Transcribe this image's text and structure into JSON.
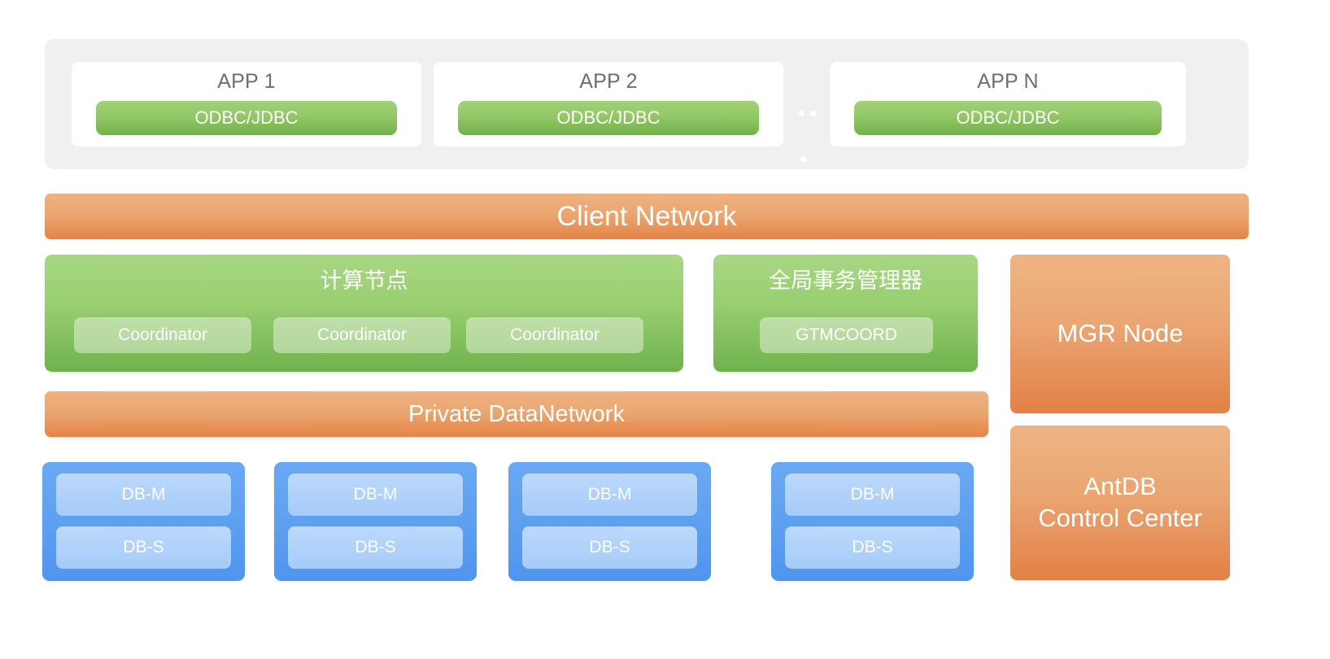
{
  "app_band": {
    "apps": [
      {
        "title": "APP 1",
        "connector": "ODBC/JDBC"
      },
      {
        "title": "APP 2",
        "connector": "ODBC/JDBC"
      },
      {
        "title": "APP N",
        "connector": "ODBC/JDBC"
      }
    ]
  },
  "networks": {
    "client": "Client Network",
    "private": "Private DataNetwork"
  },
  "compute": {
    "title": "计算节点",
    "nodes": [
      "Coordinator",
      "Coordinator",
      "Coordinator"
    ]
  },
  "gtm": {
    "title": "全局事务管理器",
    "nodes": [
      "GTMCOORD"
    ]
  },
  "right_column": {
    "mgr": "MGR Node",
    "control_center_line1": "AntDB",
    "control_center_line2": "Control Center"
  },
  "db_groups": [
    {
      "master": "DB-M",
      "slave": "DB-S"
    },
    {
      "master": "DB-M",
      "slave": "DB-S"
    },
    {
      "master": "DB-M",
      "slave": "DB-S"
    },
    {
      "master": "DB-M",
      "slave": "DB-S"
    }
  ],
  "colors": {
    "band_background": "#f0f0f1",
    "green_light": "#a8d884",
    "green_dark": "#6fb24c",
    "orange_light": "#eeb180",
    "orange_dark": "#e58347",
    "blue_container": "#5ea0f0",
    "blue_chip": "#aed0fa",
    "app_title_text": "#6d6e71",
    "white": "#ffffff"
  }
}
